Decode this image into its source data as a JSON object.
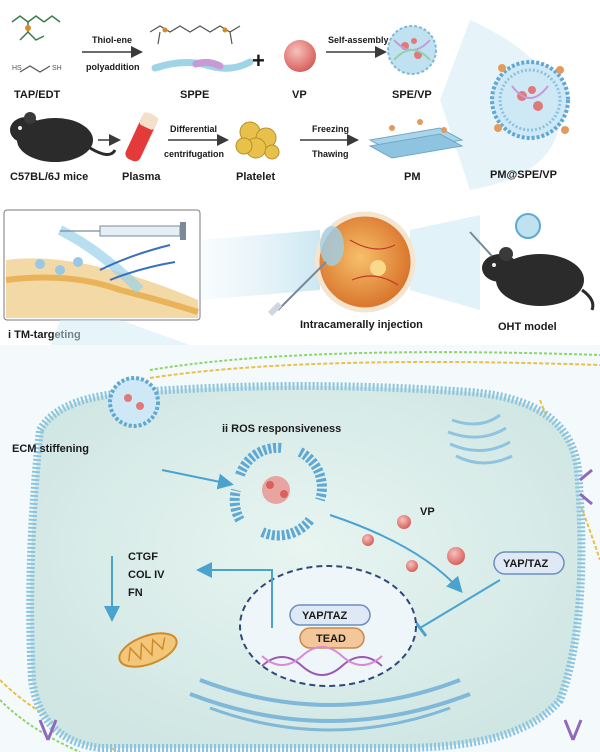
{
  "top": {
    "tap_edt": "TAP/EDT",
    "arrow1_top": "Thiol-ene",
    "arrow1_bottom": "polyaddition",
    "sppe": "SPPE",
    "plus": "+",
    "vp": "VP",
    "self_assembly": "Self-assembly",
    "spe_vp": "SPE/VP",
    "mice": "C57BL/6J mice",
    "plasma": "Plasma",
    "arrow3_top": "Differential",
    "arrow3_bottom": "centrifugation",
    "platelet": "Platelet",
    "freezing": "Freezing",
    "thawing": "Thawing",
    "pm": "PM",
    "final": "PM@SPE/VP"
  },
  "middle": {
    "tm_targeting": "i TM-targeting",
    "injection": "Intracamerally injection",
    "oht": "OHT model"
  },
  "cell": {
    "ecm": "ECM stiffening",
    "ros": "ii ROS responsiveness",
    "vp": "VP",
    "yap_out": "YAP/TAZ",
    "yap_in": "YAP/TAZ",
    "tead": "TEAD",
    "ctgf": "CTGF",
    "col": "COL IV",
    "fn": "FN"
  },
  "colors": {
    "membrane": "#9cc9e6",
    "cytoplasm": "#dcefeb",
    "vp_particle": "#e07a7a",
    "arrow": "#4aa3cf",
    "yap": "#dfe9f5",
    "tead": "#f3c79a"
  }
}
